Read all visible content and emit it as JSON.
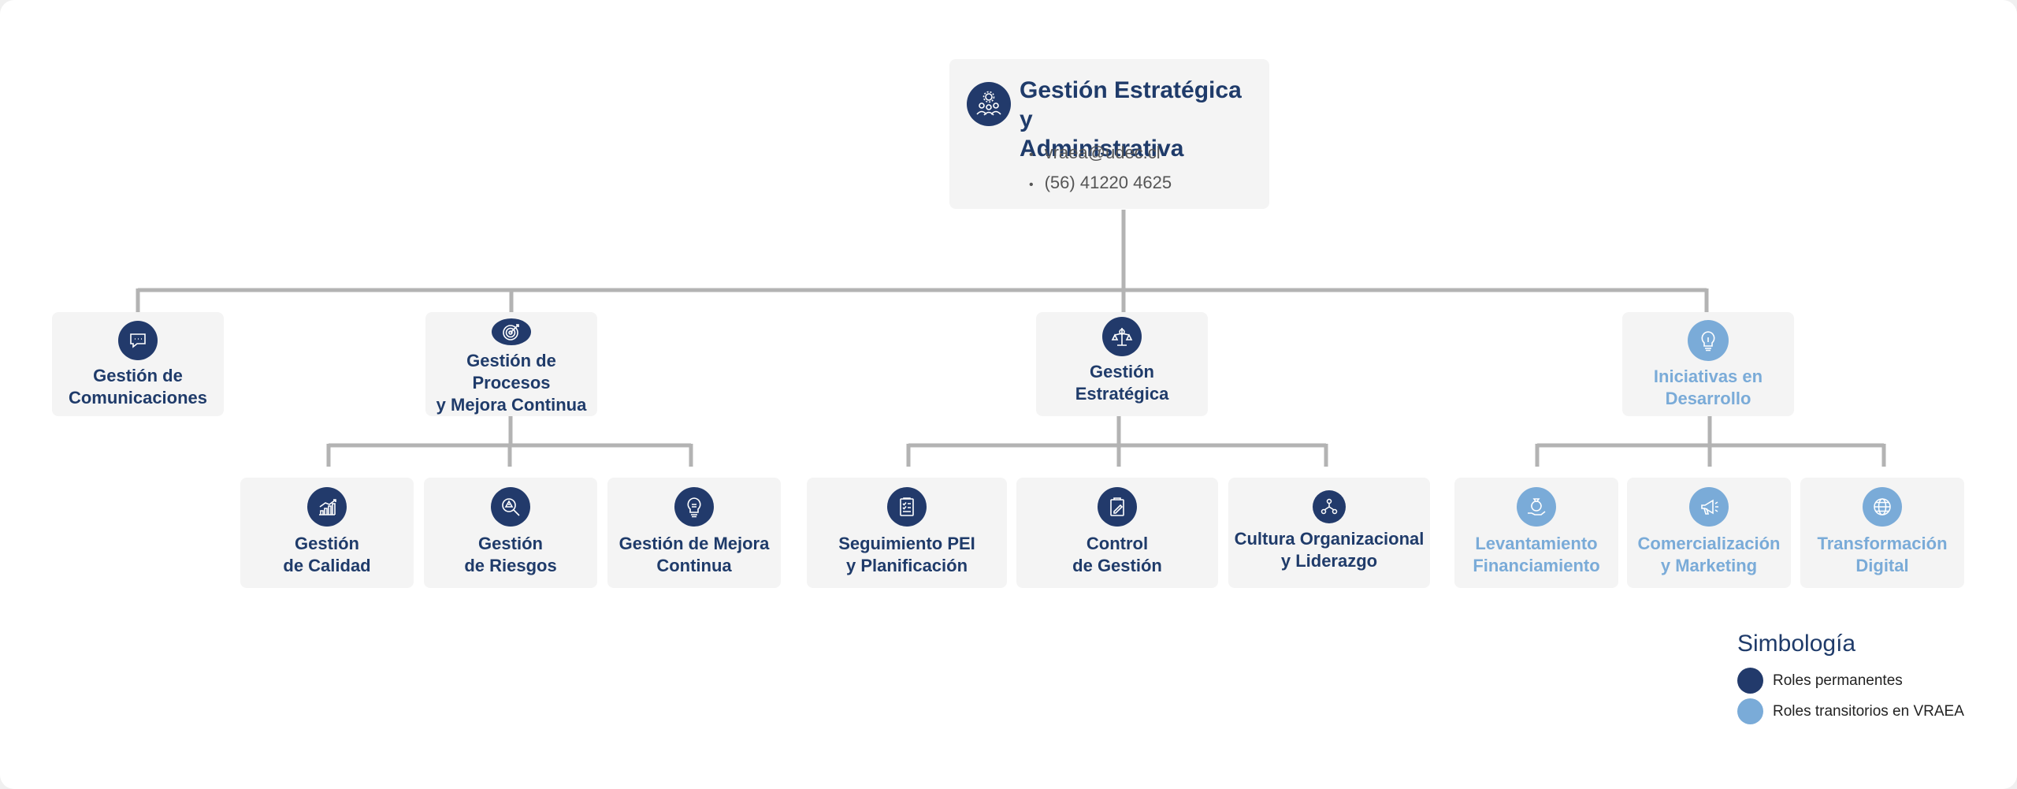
{
  "colors": {
    "permanent": "#223a6b",
    "transitory": "#7aabd8",
    "box_bg": "#f4f4f4",
    "connector": "#b3b3b3"
  },
  "root": {
    "title": "Gestión Estratégica y\nAdministrativa",
    "icon": "team-gear-icon",
    "contacts": [
      "vraea@udec.cl",
      "(56) 41220 4625"
    ]
  },
  "areas": [
    {
      "label": "Gestión de\nComunicaciones",
      "icon": "chat-icon",
      "role": "permanent"
    },
    {
      "label": "Gestión de Procesos\ny Mejora Continua",
      "icon": "target-icon",
      "role": "permanent"
    },
    {
      "label": "Gestión\nEstratégica",
      "icon": "strategy-icon",
      "role": "permanent"
    },
    {
      "label": "Iniciativas en\nDesarrollo",
      "icon": "lightbulb-icon",
      "role": "transitory"
    }
  ],
  "units": [
    {
      "label": "Gestión\nde Calidad",
      "icon": "chart-icon",
      "role": "permanent"
    },
    {
      "label": "Gestión\nde Riesgos",
      "icon": "risk-search-icon",
      "role": "permanent"
    },
    {
      "label": "Gestión de Mejora\nContinua",
      "icon": "idea-icon",
      "role": "permanent"
    },
    {
      "label": "Seguimiento PEI\ny Planificación",
      "icon": "checklist-icon",
      "role": "permanent"
    },
    {
      "label": "Control\nde Gestión",
      "icon": "clipboard-icon",
      "role": "permanent"
    },
    {
      "label": "Cultura Organizacional\ny Liderazgo",
      "icon": "network-icon",
      "role": "permanent"
    },
    {
      "label": "Levantamiento\nFinanciamiento",
      "icon": "money-hand-icon",
      "role": "transitory"
    },
    {
      "label": "Comercialización\ny Marketing",
      "icon": "megaphone-icon",
      "role": "transitory"
    },
    {
      "label": "Transformación\nDigital",
      "icon": "globe-icon",
      "role": "transitory"
    }
  ],
  "legend": {
    "title": "Simbología",
    "items": [
      {
        "label": "Roles permanentes",
        "role": "permanent"
      },
      {
        "label": "Roles transitorios en VRAEA",
        "role": "transitory"
      }
    ]
  }
}
